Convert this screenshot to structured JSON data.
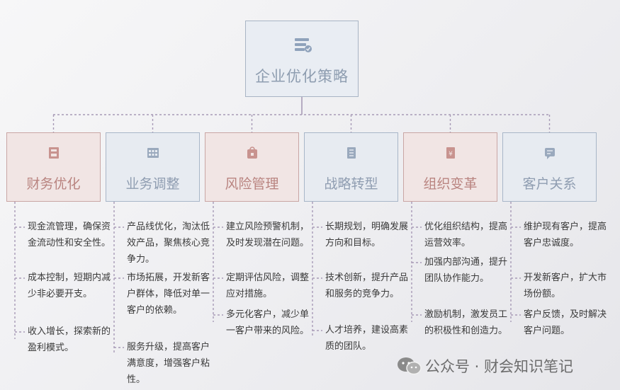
{
  "root": {
    "title": "企业优化策略",
    "icon": "server-stack-icon"
  },
  "branches": [
    {
      "title": "财务优化",
      "icon": "bookmark-icon",
      "tone": "red",
      "items": [
        "现金流管理，确保资金流动性和安全性。",
        "成本控制，短期内减少非必要开支。",
        "收入增长，探索新的盈利模式。"
      ]
    },
    {
      "title": "业务调整",
      "icon": "grid-calendar-icon",
      "tone": "blue",
      "items": [
        "产品线优化，淘汰低效产品，聚焦核心竞争力。",
        "市场拓展，开发新客户群体，降低对单一客户的依赖。",
        "服务升级，提高客户满意度，增强客户粘性。"
      ]
    },
    {
      "title": "风险管理",
      "icon": "shopping-bag-icon",
      "tone": "red",
      "items": [
        "建立风险预警机制，及时发现潜在问题。",
        "定期评估风险，调整应对措施。",
        "多元化客户，减少单一客户带来的风险。"
      ]
    },
    {
      "title": "战略转型",
      "icon": "document-list-icon",
      "tone": "blue",
      "items": [
        "长期规划，明确发展方向和目标。",
        "技术创新，提升产品和服务的竞争力。",
        "人才培养，建设高素质的团队。"
      ]
    },
    {
      "title": "组织变革",
      "icon": "yen-scroll-icon",
      "tone": "red",
      "items": [
        "优化组织结构，提高运营效率。",
        "加强内部沟通，提升团队协作能力。",
        "激励机制，激发员工的积极性和创造力。"
      ]
    },
    {
      "title": "客户关系",
      "icon": "chat-card-icon",
      "tone": "blue",
      "items": [
        "维护现有客户，提高客户忠诚度。",
        "开发新客户，扩大市场份额。",
        "客户反馈，及时解决客户问题。"
      ]
    }
  ],
  "watermark": {
    "text": "公众号 · 财会知识笔记",
    "icon": "wechat-icon"
  },
  "colors": {
    "red_fill": "#f1e5e4",
    "red_border": "#c9a6a4",
    "blue_fill": "#e7ebf1",
    "blue_border": "#a8b6c8",
    "connector": "#a79ab6"
  }
}
